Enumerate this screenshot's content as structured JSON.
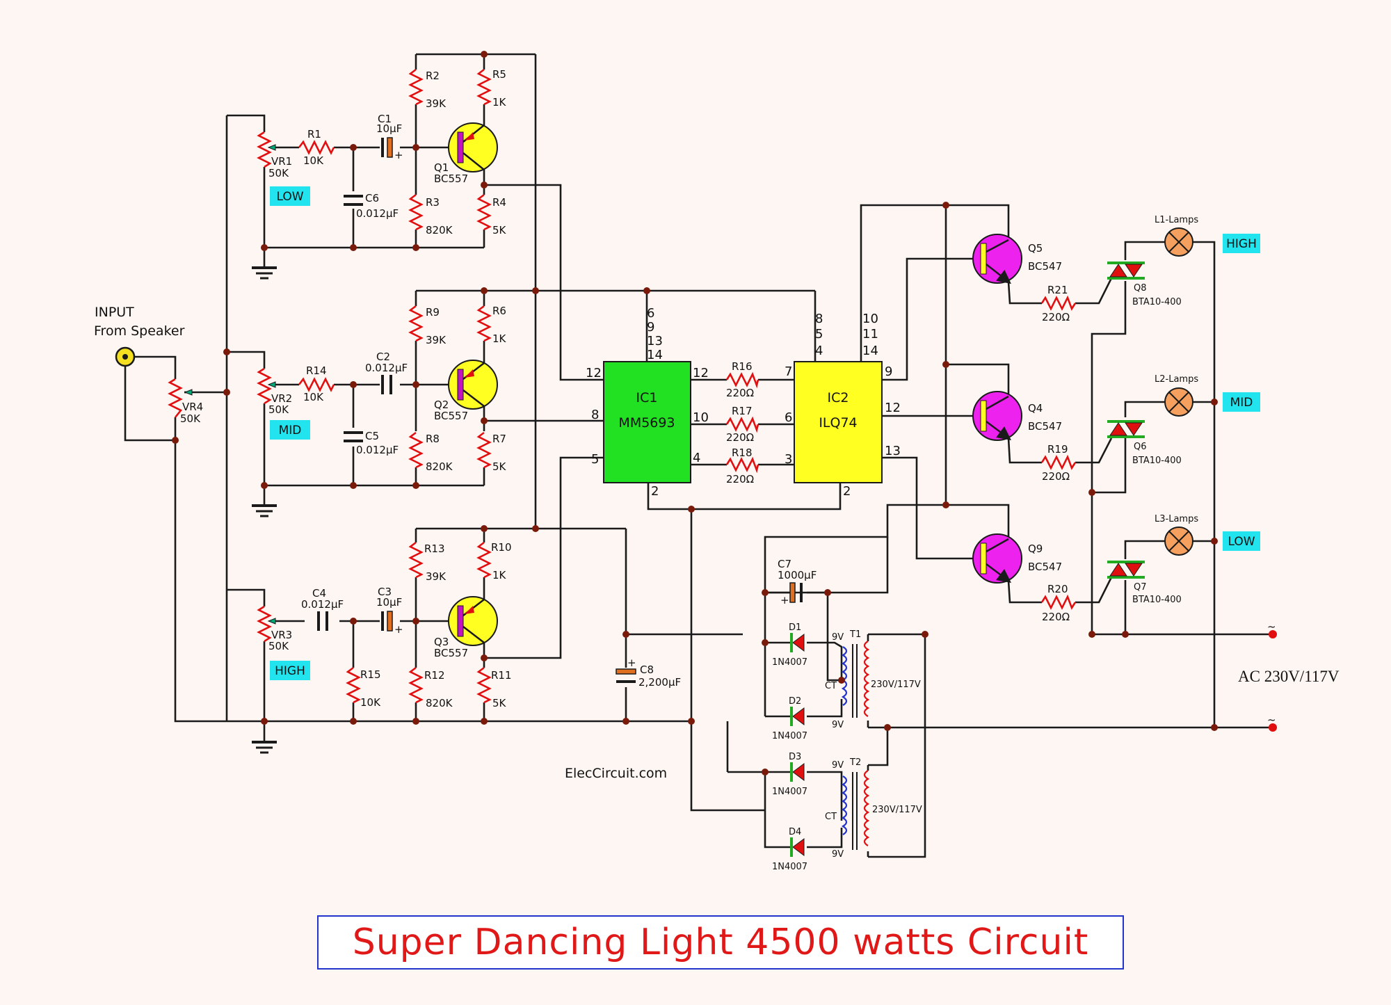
{
  "title": "Super Dancing Light 4500 watts Circuit",
  "watermark": "ElecCircuit.com",
  "input": {
    "line1": "INPUT",
    "line2": "From Speaker"
  },
  "ac_label": "AC 230V/117V",
  "tags": {
    "low": "LOW",
    "mid": "MID",
    "high": "HIGH"
  },
  "pots": {
    "vr1": {
      "name": "VR1",
      "value": "50K"
    },
    "vr2": {
      "name": "VR2",
      "value": "50K"
    },
    "vr3": {
      "name": "VR3",
      "value": "50K"
    },
    "vr4": {
      "name": "VR4",
      "value": "50K"
    }
  },
  "resistors": {
    "r1": {
      "name": "R1",
      "value": "10K"
    },
    "r2": {
      "name": "R2",
      "value": "39K"
    },
    "r3": {
      "name": "R3",
      "value": "820K"
    },
    "r4": {
      "name": "R4",
      "value": "5K"
    },
    "r5": {
      "name": "R5",
      "value": "1K"
    },
    "r6": {
      "name": "R6",
      "value": "1K"
    },
    "r7": {
      "name": "R7",
      "value": "5K"
    },
    "r8": {
      "name": "R8",
      "value": "820K"
    },
    "r9": {
      "name": "R9",
      "value": "39K"
    },
    "r10": {
      "name": "R10",
      "value": "1K"
    },
    "r11": {
      "name": "R11",
      "value": "5K"
    },
    "r12": {
      "name": "R12",
      "value": "820K"
    },
    "r13": {
      "name": "R13",
      "value": "39K"
    },
    "r14": {
      "name": "R14",
      "value": "10K"
    },
    "r15": {
      "name": "R15",
      "value": "10K"
    },
    "r16": {
      "name": "R16",
      "value": "220Ω"
    },
    "r17": {
      "name": "R17",
      "value": "220Ω"
    },
    "r18": {
      "name": "R18",
      "value": "220Ω"
    },
    "r19": {
      "name": "R19",
      "value": "220Ω"
    },
    "r20": {
      "name": "R20",
      "value": "220Ω"
    },
    "r21": {
      "name": "R21",
      "value": "220Ω"
    }
  },
  "capacitors": {
    "c1": {
      "name": "C1",
      "value": "10µF"
    },
    "c2": {
      "name": "C2",
      "value": "0.012µF"
    },
    "c3": {
      "name": "C3",
      "value": "10µF"
    },
    "c4": {
      "name": "C4",
      "value": "0.012µF"
    },
    "c5": {
      "name": "C5",
      "value": "0.012µF"
    },
    "c6": {
      "name": "C6",
      "value": "0.012µF"
    },
    "c7": {
      "name": "C7",
      "value": "1000µF"
    },
    "c8": {
      "name": "C8",
      "value": "2,200µF"
    }
  },
  "transistors": {
    "q1": {
      "name": "Q1",
      "type": "BC557"
    },
    "q2": {
      "name": "Q2",
      "type": "BC557"
    },
    "q3": {
      "name": "Q3",
      "type": "BC557"
    },
    "q4": {
      "name": "Q4",
      "type": "BC547"
    },
    "q5": {
      "name": "Q5",
      "type": "BC547"
    },
    "q9": {
      "name": "Q9",
      "type": "BC547"
    }
  },
  "triacs": {
    "q6": {
      "name": "Q6",
      "type": "BTA10-400"
    },
    "q7": {
      "name": "Q7",
      "type": "BTA10-400"
    },
    "q8": {
      "name": "Q8",
      "type": "BTA10-400"
    }
  },
  "lamps": {
    "l1": "L1-Lamps",
    "l2": "L2-Lamps",
    "l3": "L3-Lamps"
  },
  "diodes": {
    "d1": {
      "name": "D1",
      "type": "1N4007"
    },
    "d2": {
      "name": "D2",
      "type": "1N4007"
    },
    "d3": {
      "name": "D3",
      "type": "1N4007"
    },
    "d4": {
      "name": "D4",
      "type": "1N4007"
    }
  },
  "transformers": {
    "t1": {
      "name": "T1",
      "primary": "230V/117V",
      "sec_top": "9V",
      "sec_bot": "9V",
      "ct": "CT"
    },
    "t2": {
      "name": "T2",
      "primary": "230V/117V",
      "sec_top": "9V",
      "sec_bot": "9V",
      "ct": "CT"
    }
  },
  "ic1": {
    "name": "IC1",
    "part": "MM5693",
    "pins": {
      "top": [
        "6",
        "9",
        "13",
        "14"
      ],
      "in12": "12",
      "in8": "8",
      "in5": "5",
      "out12": "12",
      "out10": "10",
      "out4": "4",
      "gnd": "2"
    }
  },
  "ic2": {
    "name": "IC2",
    "part": "ILQ74",
    "pins": {
      "top_a": [
        "8",
        "5",
        "4"
      ],
      "top_b": [
        "10",
        "11",
        "14"
      ],
      "in7": "7",
      "in6": "6",
      "in3": "3",
      "out9": "9",
      "out12": "12",
      "out13": "13",
      "gnd": "2"
    }
  },
  "colors": {
    "ic1_fill": "#22e022",
    "ic2_fill": "#ffff22",
    "pnp_fill": "#ffff22",
    "npn_fill": "#ee22ee",
    "resistor": "#e01010",
    "tag_bg": "#22e4ee",
    "lamp_fill": "#f6a060",
    "title": "#e01818"
  }
}
